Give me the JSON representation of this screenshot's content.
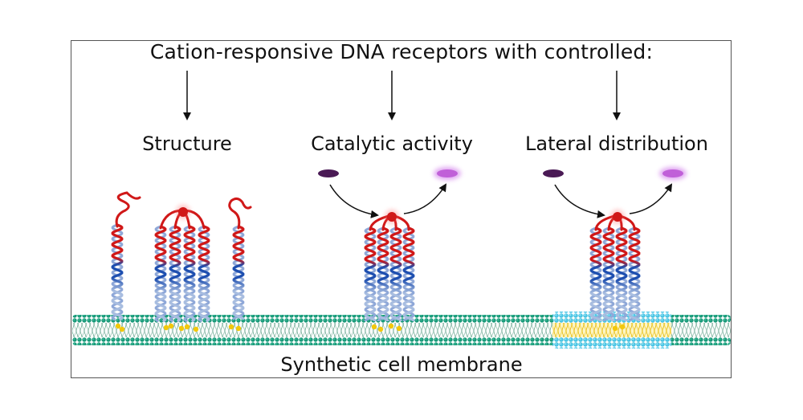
{
  "title": "Cation-responsive DNA receptors with controlled:",
  "panels": [
    {
      "label": "Structure"
    },
    {
      "label": "Catalytic activity"
    },
    {
      "label": "Lateral distribution"
    }
  ],
  "membrane_label": "Synthetic cell membrane",
  "colors": {
    "membrane": "#1a9a7a",
    "membrane_domain": "#5ad0ea",
    "dna_blue": "#1e4fb0",
    "dna_light": "#a8bde0",
    "dna_red": "#d01818",
    "cation": "#f2c80c",
    "substrate": "#4a1a55",
    "product": "#c060d8"
  }
}
